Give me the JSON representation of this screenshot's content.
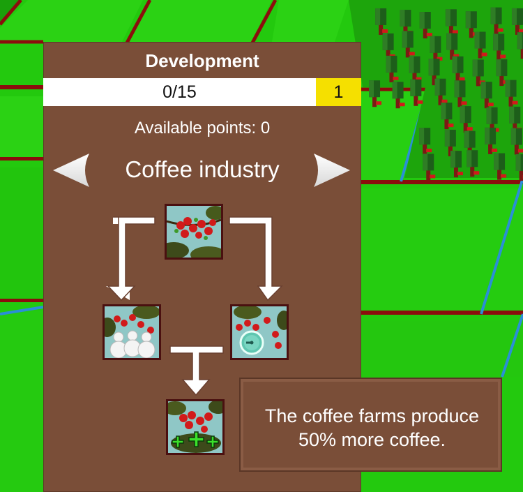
{
  "panel": {
    "title": "Development",
    "progress": {
      "text": "0/15",
      "value": 0,
      "max": 15
    },
    "level": "1",
    "available_points": "Available points: 0",
    "industry": "Coffee industry"
  },
  "tree": {
    "nodes": [
      {
        "id": "root",
        "icon": "coffee-plant-icon"
      },
      {
        "id": "workers",
        "icon": "workers-icon"
      },
      {
        "id": "speed",
        "icon": "clock-icon"
      },
      {
        "id": "production",
        "icon": "plus-production-icon"
      }
    ]
  },
  "tooltip": {
    "text": "The coffee farms produce 50% more coffee."
  },
  "colors": {
    "panel": "#7a4e38",
    "level_highlight": "#f5e000",
    "grass": "#23c90e",
    "field_border_red": "#8b0d0d",
    "field_border_blue": "#2a8fd6"
  }
}
